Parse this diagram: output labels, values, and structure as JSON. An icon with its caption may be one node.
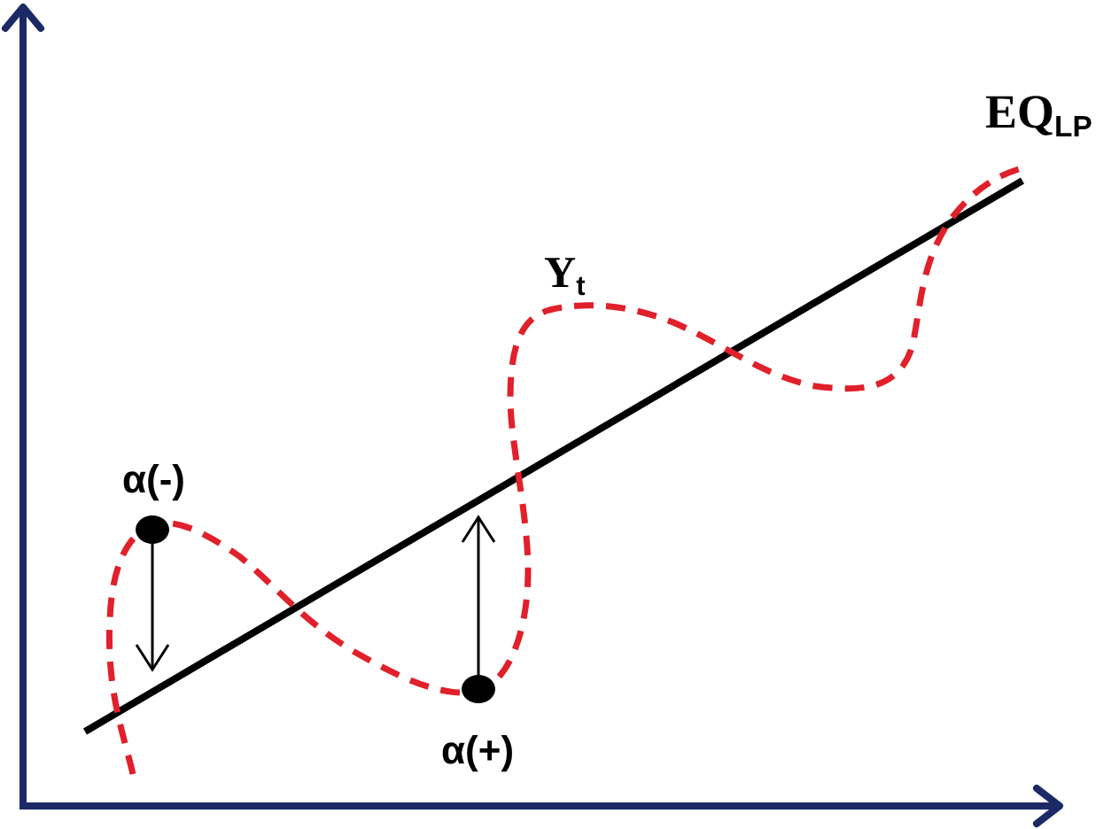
{
  "diagram": {
    "labels": [
      "EQ$_{LP}$",
      "Y$_{t}$",
      "α(-)",
      "α(+)"
    ]
  }
}
